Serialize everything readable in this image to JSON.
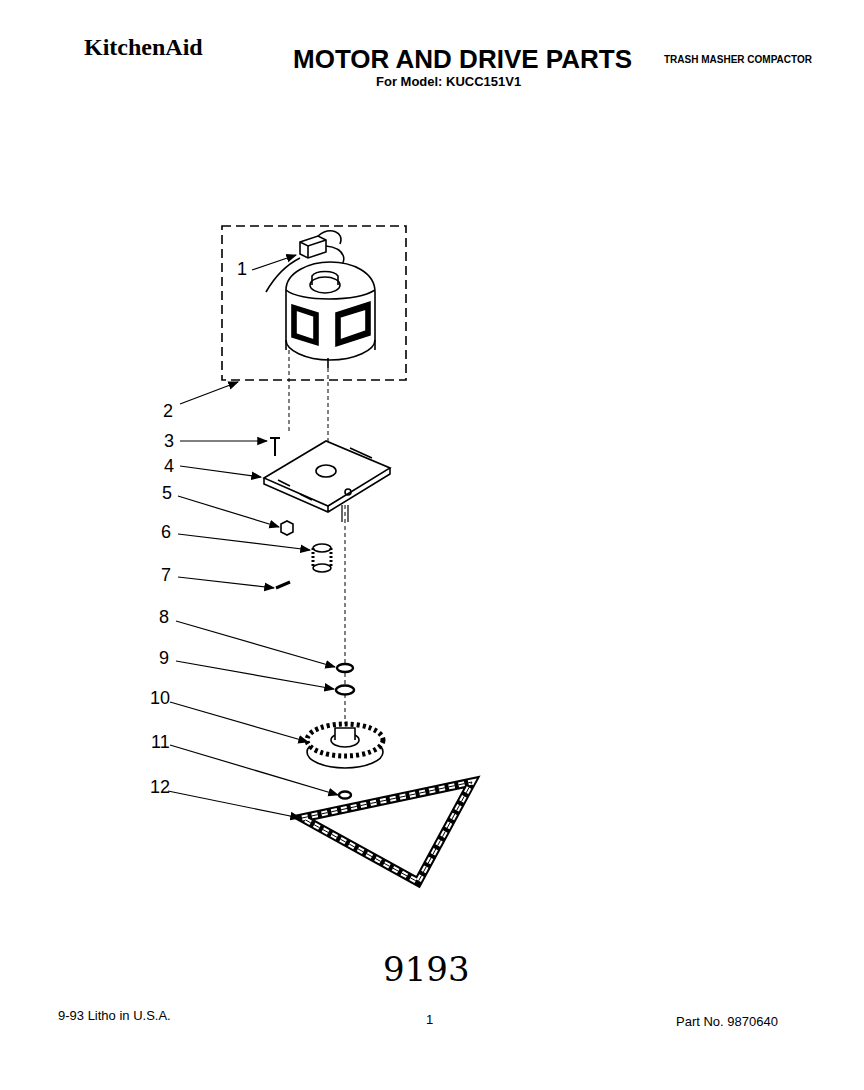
{
  "diagram": {
    "title": "MOTOR AND DRIVE PARTS",
    "labels": [
      "KitchenAid",
      "For Model: KUCC151V1",
      "TRASH MASHER COMPACTOR",
      "1",
      "2",
      "3",
      "4",
      "5",
      "6",
      "7",
      "8",
      "9",
      "10",
      "11",
      "12",
      "9193",
      "9-93 Litho in U.S.A.",
      "1",
      "Part No. 9870640"
    ]
  }
}
